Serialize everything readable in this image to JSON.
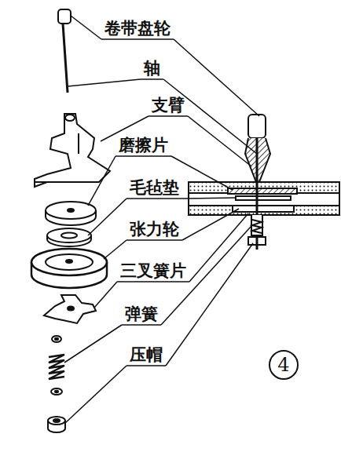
{
  "diagram": {
    "labels": [
      "卷带盘轮",
      "轴",
      "支臂",
      "磨擦片",
      "毛毡垫",
      "张力轮",
      "三叉簧片",
      "弹簧",
      "压帽",
      "4"
    ]
  }
}
